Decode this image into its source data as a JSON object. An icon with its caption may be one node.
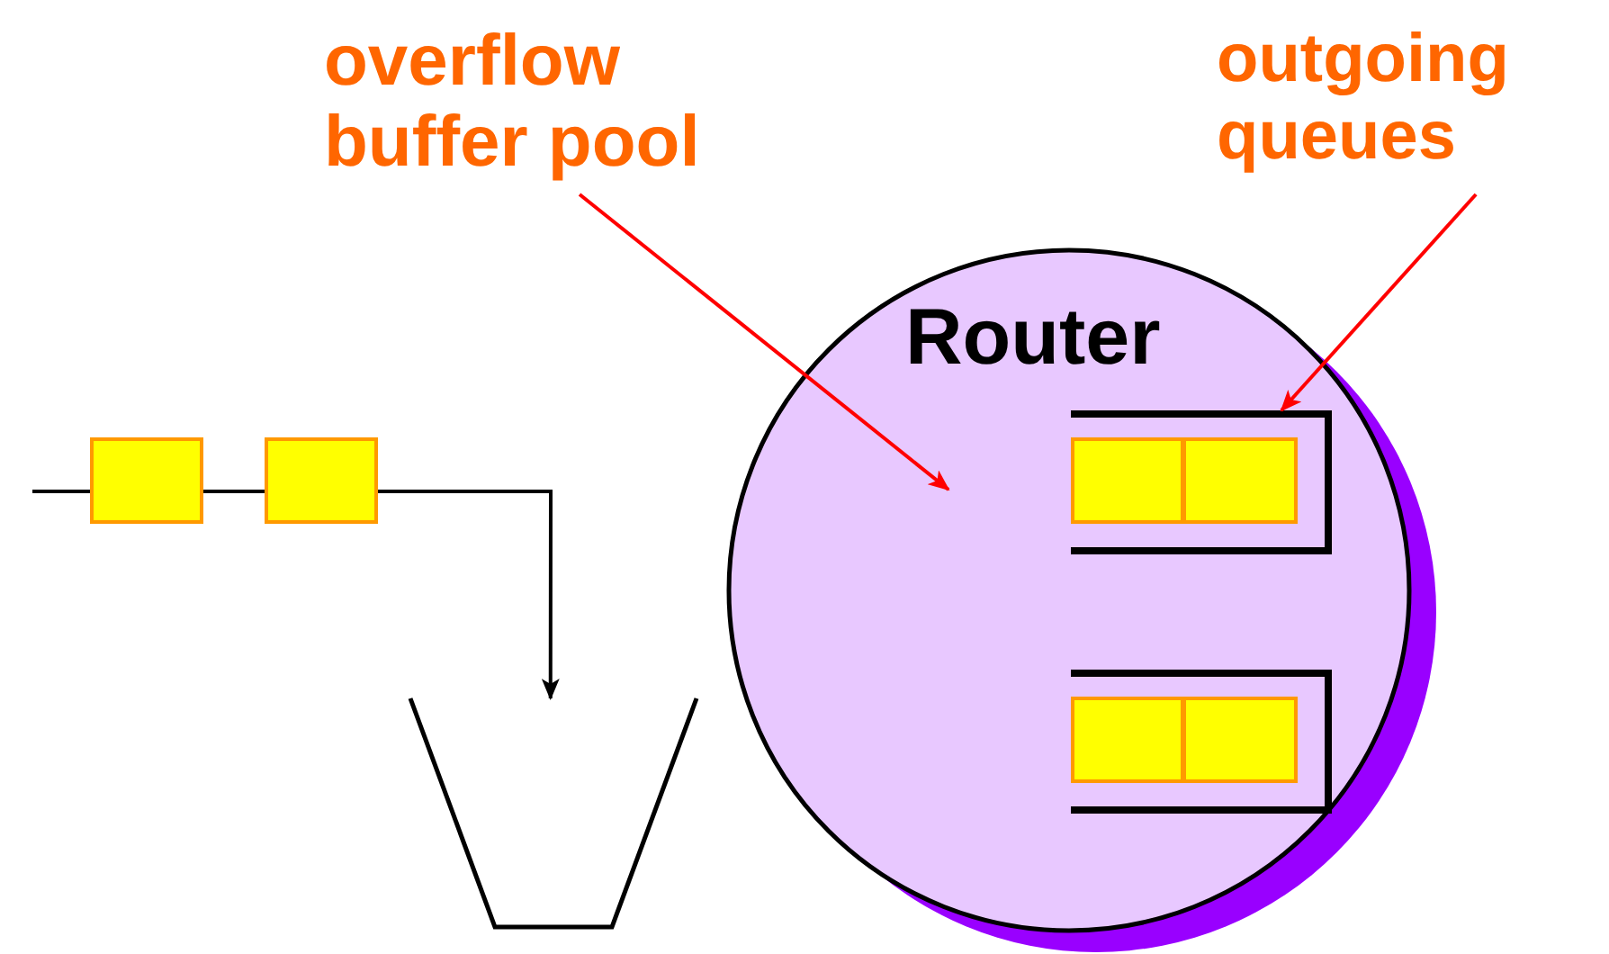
{
  "diagram": {
    "nodes": [
      {
        "text": [
          "overflow buffer pool"
        ]
      },
      {
        "text": [
          "outgoing queues"
        ]
      },
      {
        "text": [
          "Router"
        ]
      },
      {
        "text": [],
        "shape": "queue",
        "in": 2
      },
      {
        "text": [],
        "shape": "queue",
        "in": 2
      },
      {
        "text": [],
        "shape": "box"
      },
      {
        "text": [],
        "shape": "box"
      },
      {
        "text": [],
        "shape": "trapezoid"
      }
    ],
    "edges": [
      {
        "from": 0,
        "to": null,
        "arrow": "to",
        "color": "#ff0000"
      },
      {
        "from": 1,
        "to": 3,
        "arrow": "to",
        "color": "#ff0000"
      },
      {
        "from": null,
        "to": 5,
        "arrow": "none"
      },
      {
        "from": 5,
        "to": 6,
        "arrow": "none"
      },
      {
        "from": 6,
        "to": 7,
        "arrow": "to"
      }
    ]
  }
}
